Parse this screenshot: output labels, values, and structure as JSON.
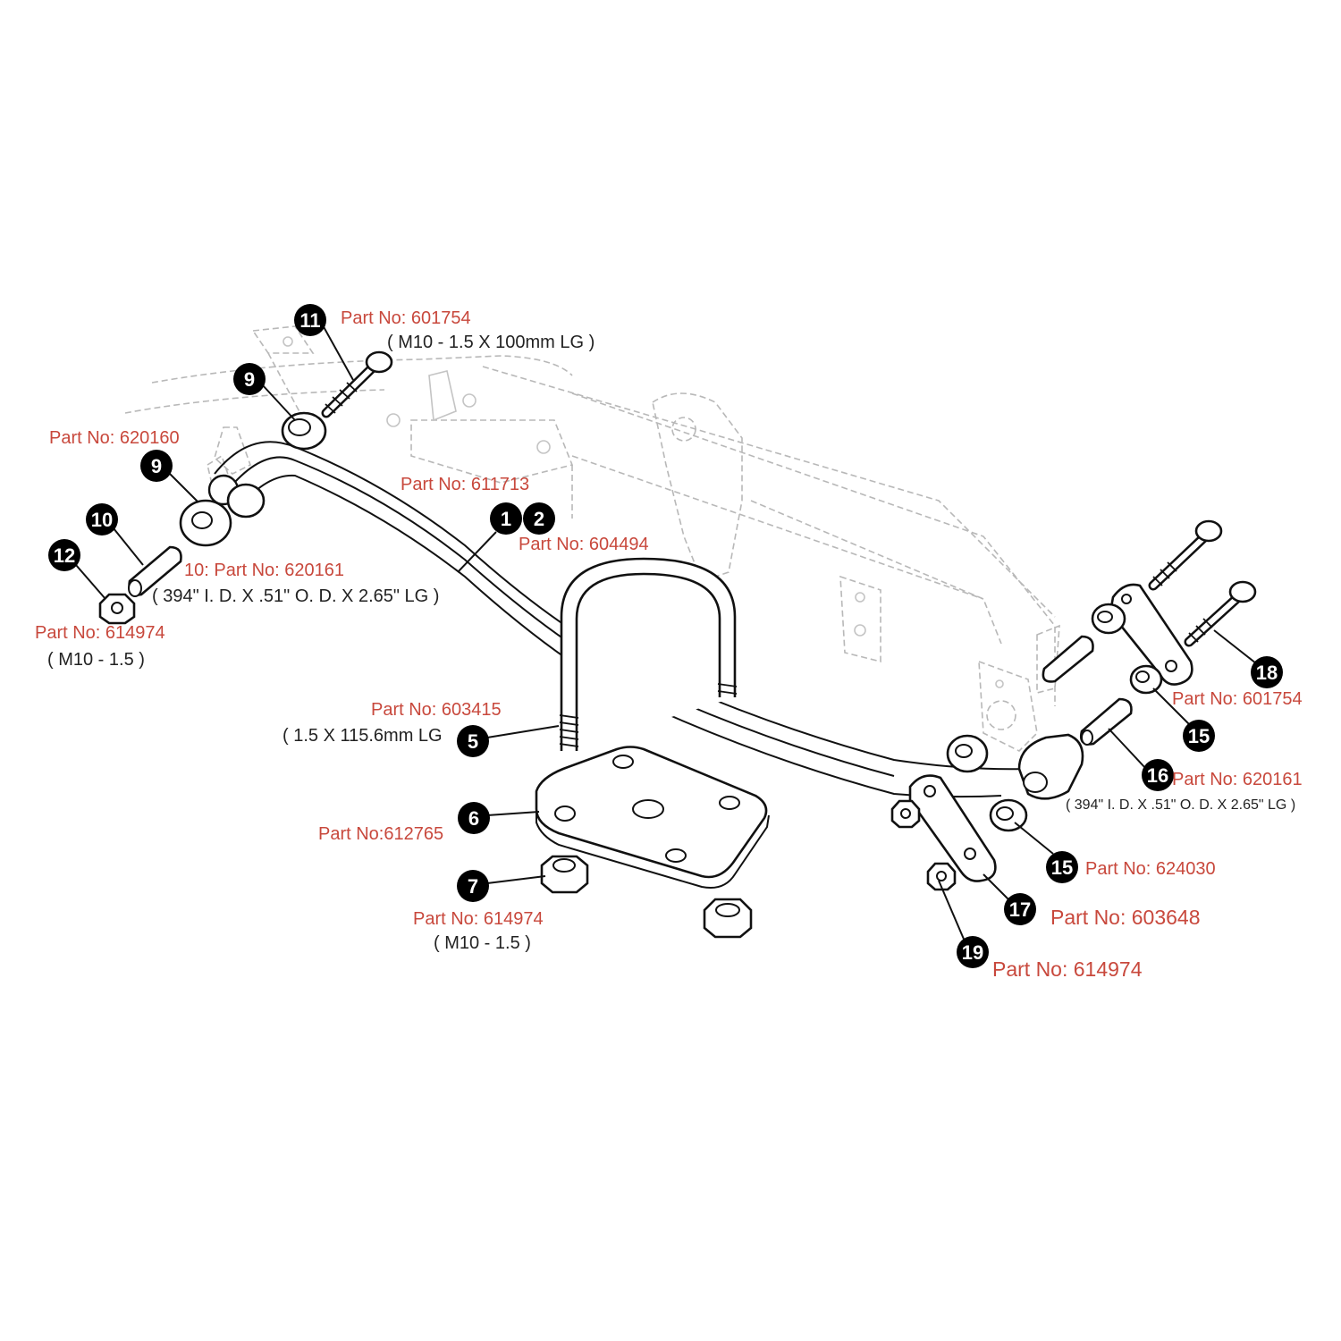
{
  "colors": {
    "label_red": "#c8483c",
    "callout_fill": "#000000",
    "frame_gray": "#b8b8b8"
  },
  "callouts": [
    {
      "id": "c11",
      "num": "11"
    },
    {
      "id": "c9a",
      "num": "9"
    },
    {
      "id": "c9b",
      "num": "9"
    },
    {
      "id": "c10",
      "num": "10"
    },
    {
      "id": "c12",
      "num": "12"
    },
    {
      "id": "c1",
      "num": "1"
    },
    {
      "id": "c2",
      "num": "2"
    },
    {
      "id": "c5",
      "num": "5"
    },
    {
      "id": "c6",
      "num": "6"
    },
    {
      "id": "c7",
      "num": "7"
    },
    {
      "id": "c18",
      "num": "18"
    },
    {
      "id": "c15a",
      "num": "15"
    },
    {
      "id": "c16",
      "num": "16"
    },
    {
      "id": "c15b",
      "num": "15"
    },
    {
      "id": "c17",
      "num": "17"
    },
    {
      "id": "c19",
      "num": "19"
    }
  ],
  "labels": {
    "p601754_top": "Part No: 601754",
    "bolt_spec_top": "( M10 - 1.5 X 100mm LG )",
    "p620160": "Part No:  620160",
    "p611713": "Part No: 611713",
    "p604494": "Part No:  604494",
    "p620161_left": "10: Part No: 620161",
    "sleeve_spec_left": "( 394\" I. D. X .51\" O. D. X 2.65\" LG )",
    "p614974_left": "Part No: 614974",
    "nut_spec_left": "( M10 - 1.5 )",
    "p603415": "Part No: 603415",
    "ubolt_spec": "( 1.5 X 115.6mm LG",
    "p612765": "Part No:612765",
    "p614974_center": "Part No:  614974",
    "nut_spec_center": "( M10 - 1.5 )",
    "p601754_right": "Part No:  601754",
    "p620161_right": "Part No:  620161",
    "sleeve_spec_right": "( 394\" I. D. X .51\" O. D. X 2.65\" LG )",
    "p624030": "Part No: 624030",
    "p603648": "Part No:  603648",
    "p614974_right": "Part No: 614974"
  }
}
